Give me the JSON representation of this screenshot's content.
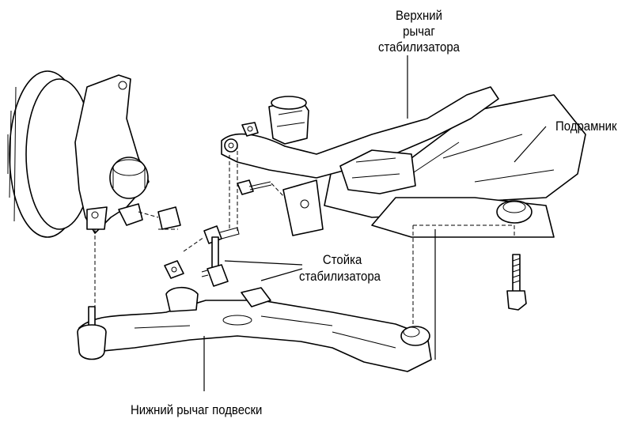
{
  "labels": {
    "upper_stabilizer_arm": [
      "Верхний",
      "рычаг",
      "стабилизатора"
    ],
    "subframe": "Подрамник",
    "stabilizer_link": [
      "Стойка",
      "стабилизатора"
    ],
    "lower_control_arm": "Нижний рычаг подвески"
  },
  "colors": {
    "ink": "#000000",
    "background": "#ffffff"
  }
}
